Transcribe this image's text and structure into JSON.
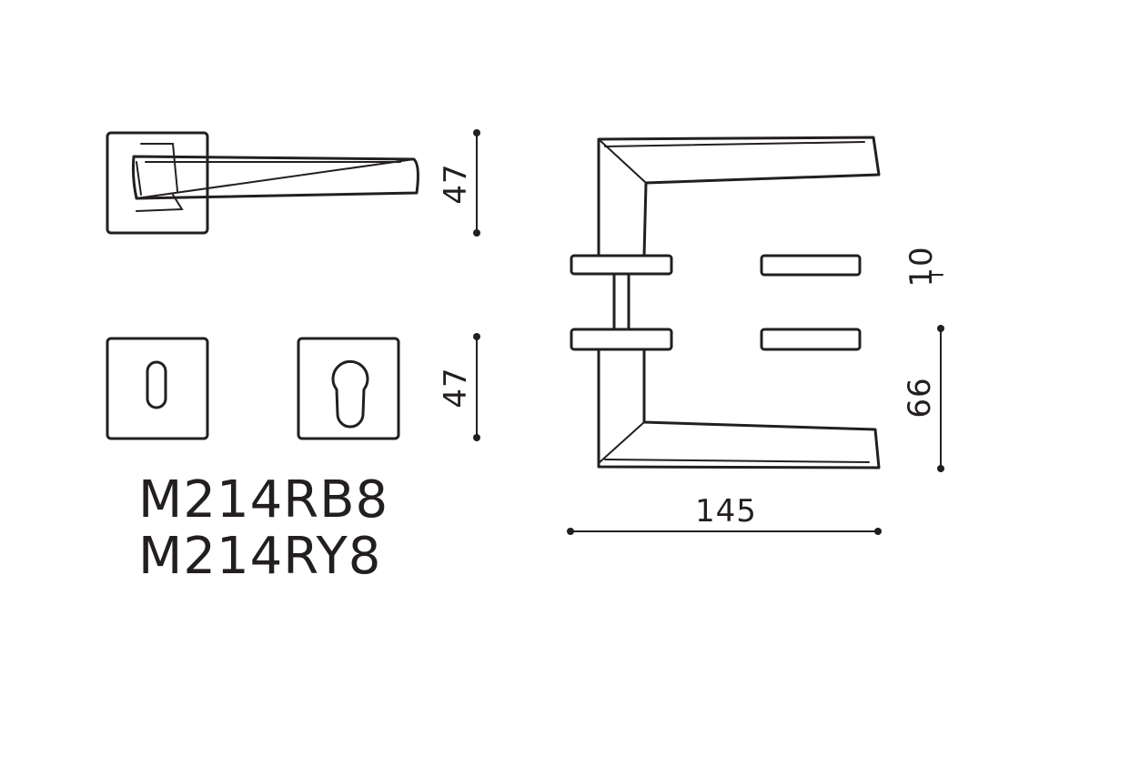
{
  "models": [
    "M214RB8",
    "M214RY8"
  ],
  "dimensions": {
    "rose_height_top": "47",
    "rose_height_bottom": "47",
    "rose_thickness": "10",
    "spindle_offset": "66",
    "handle_length": "145"
  },
  "colors": {
    "stroke": "#231f20",
    "background": "#ffffff"
  }
}
